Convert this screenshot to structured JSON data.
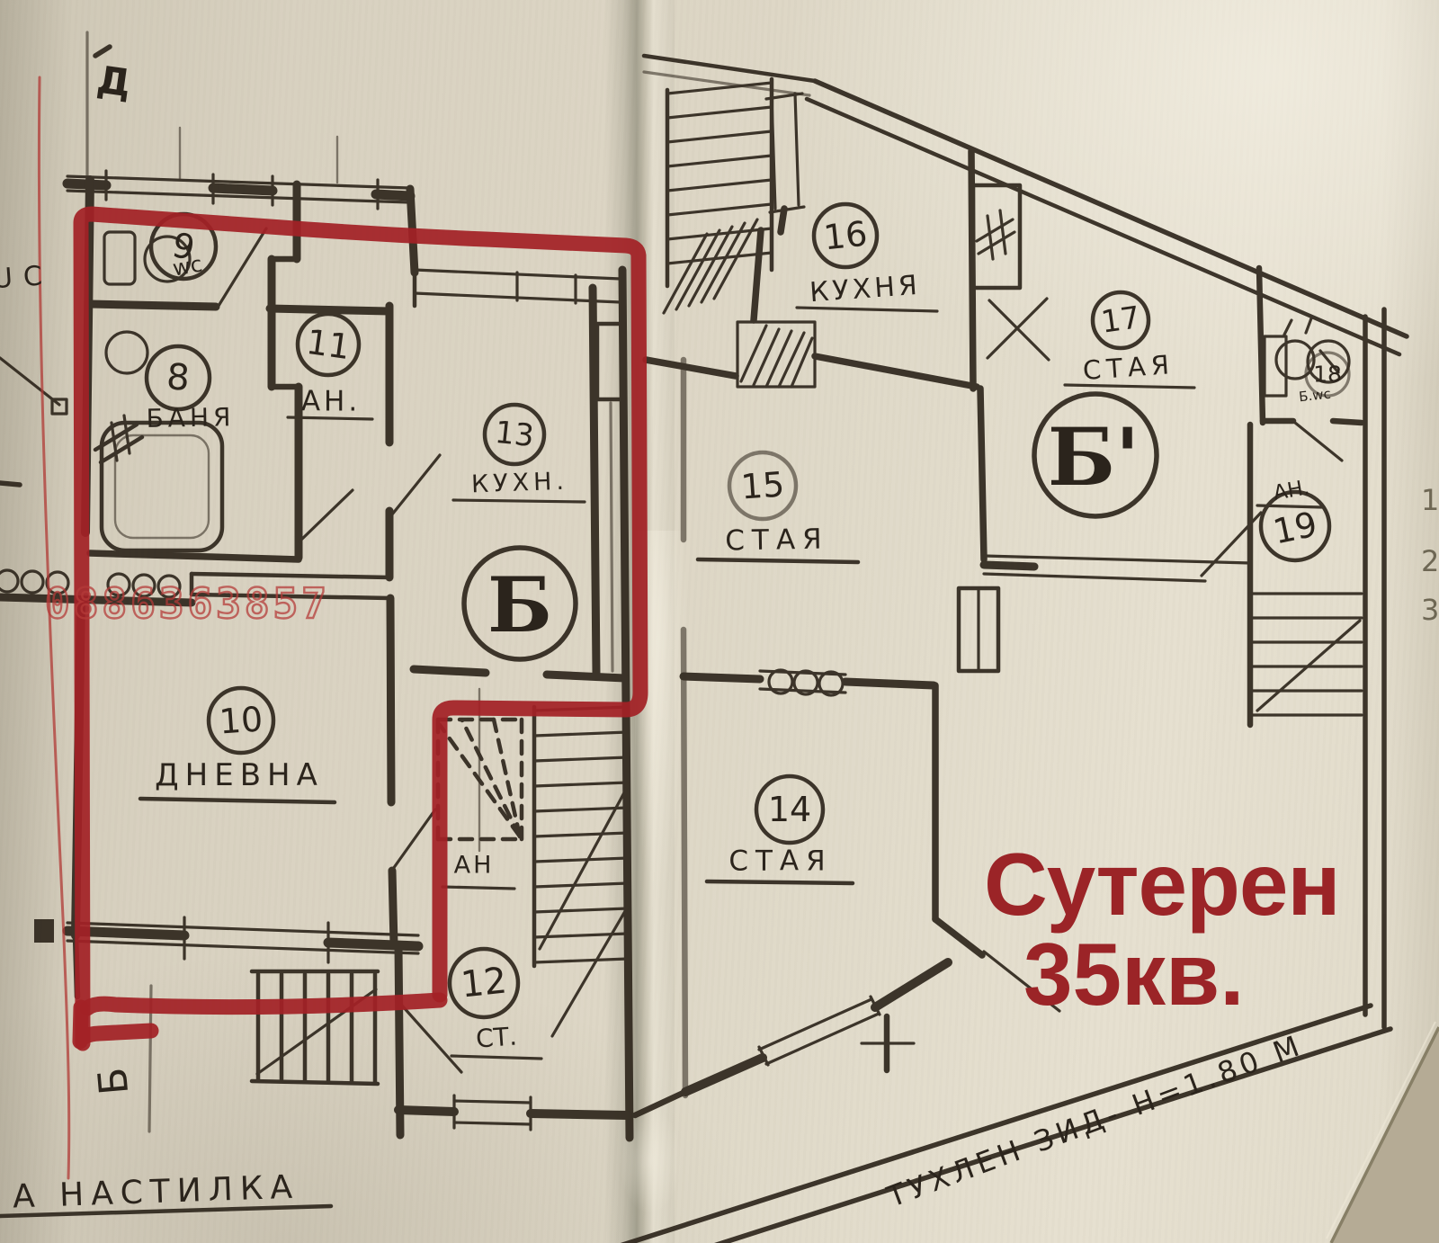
{
  "photo": {
    "description": "scanned hand-drawn basement floor plan with red agency annotations",
    "paper_color": "#d9d2c1",
    "ink_color": "#2f271d",
    "red_color": "#a32126"
  },
  "red_annotations": {
    "phone_watermark": "0886363857",
    "caption_line1": "Сутерен",
    "caption_line2": "35кв."
  },
  "axis_labels": {
    "top": "Д",
    "bottom_left": "Б"
  },
  "edge_fragments": {
    "left_text": "UC",
    "margin_numbers": [
      "1",
      "2",
      "3"
    ]
  },
  "notes": {
    "flooring": "А НАСТИЛКА",
    "brick_wall": "ТУХЛЕН ЗИД- Н=1.80 М"
  },
  "apartment_marks": {
    "left": "Б",
    "right": "Б'"
  },
  "rooms": {
    "r9": {
      "num": "9",
      "label": "wc"
    },
    "r8": {
      "num": "8",
      "label": "БАНЯ"
    },
    "r11": {
      "num": "11",
      "label": "АН."
    },
    "r13": {
      "num": "13",
      "label": "КУХН."
    },
    "r10": {
      "num": "10",
      "label": "ДНЕВНА"
    },
    "r12": {
      "num": "12",
      "label": "СТ.",
      "hall": "АН"
    },
    "r14": {
      "num": "14",
      "label": "СТАЯ"
    },
    "r15": {
      "num": "15",
      "label": "СТАЯ"
    },
    "r16": {
      "num": "16",
      "label": "КУХНЯ"
    },
    "r17": {
      "num": "17",
      "label": "СТАЯ"
    },
    "r18": {
      "num": "18",
      "label": "Б.wc"
    },
    "r19": {
      "num": "19",
      "label": "АН."
    }
  }
}
